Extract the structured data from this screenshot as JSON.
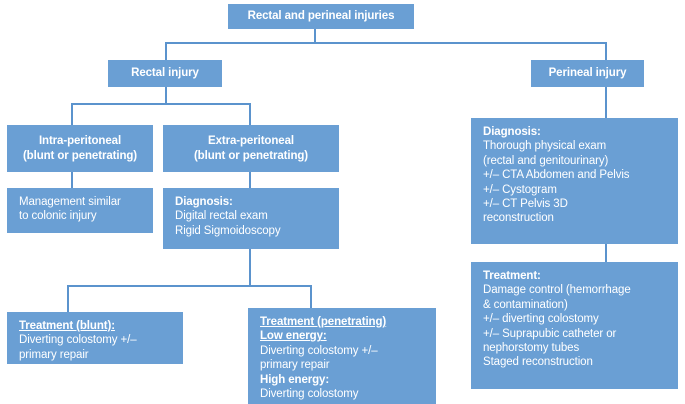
{
  "diagram": {
    "title": "Rectal and perineal injuries",
    "accent_color": "#6a9fd4",
    "line_color": "#5b93cd",
    "text_color": "#ffffff",
    "type": "flowchart"
  },
  "nodes": {
    "root": {
      "label": "Rectal and perineal injuries"
    },
    "rectal": {
      "label": "Rectal injury"
    },
    "perineal": {
      "label": "Perineal injury"
    },
    "intra": {
      "line1": "Intra-peritoneal",
      "line2": "(blunt or penetrating)"
    },
    "extra": {
      "line1": "Extra-peritoneal",
      "line2": "(blunt or penetrating)"
    },
    "intra_mgmt": {
      "line1": "Management similar",
      "line2": "to colonic injury"
    },
    "extra_dx": {
      "heading": "Diagnosis:",
      "line1": "Digital rectal exam",
      "line2": "Rigid Sigmoidoscopy"
    },
    "perineal_dx": {
      "heading": "Diagnosis:",
      "line1": "Thorough physical exam",
      "line2": "(rectal and genitourinary)",
      "line3": "+/– CTA Abdomen and Pelvis",
      "line4": "+/– Cystogram",
      "line5": "+/– CT Pelvis 3D",
      "line6": "reconstruction"
    },
    "perineal_tx": {
      "heading": "Treatment:",
      "line1": "Damage control (hemorrhage",
      "line2": "& contamination)",
      "line3": "+/– diverting colostomy",
      "line4": "+/– Suprapubic catheter or",
      "line5": "nephorstomy tubes",
      "line6": "Staged reconstruction"
    },
    "tx_blunt": {
      "heading": "Treatment (blunt):",
      "line1": "Diverting colostomy +/–",
      "line2": "primary repair"
    },
    "tx_penetrating": {
      "heading": "Treatment (penetrating)",
      "subheading_low": "Low energy:",
      "line1": "Diverting colostomy +/–",
      "line2": "primary repair",
      "subheading_high": "High energy:",
      "line3": "Diverting colostomy"
    }
  }
}
